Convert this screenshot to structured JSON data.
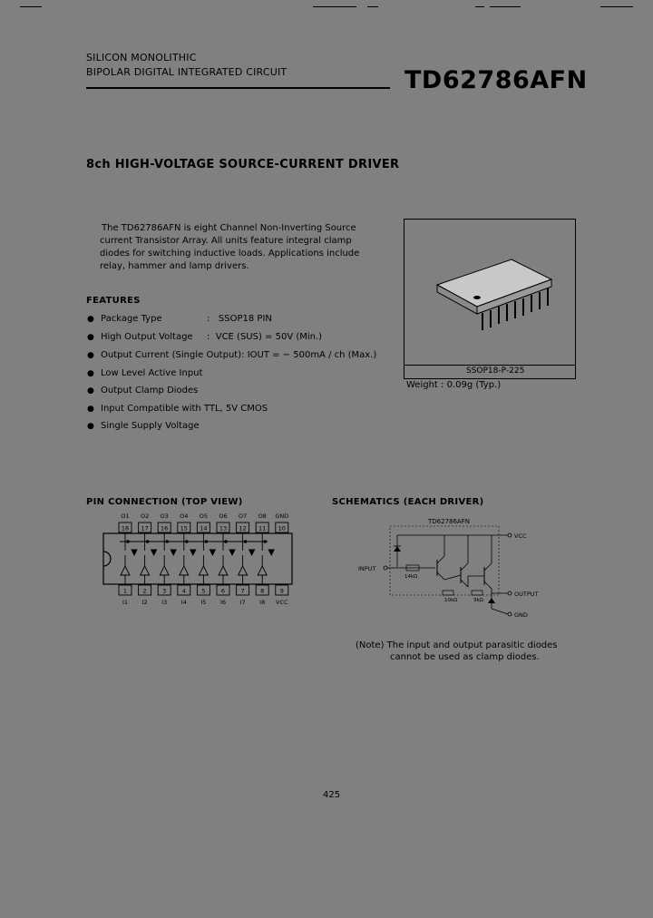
{
  "header": {
    "line1": "SILICON MONOLITHIC",
    "line2": "BIPOLAR DIGITAL INTEGRATED CIRCUIT",
    "part_number": "TD62786AFN"
  },
  "title": "8ch HIGH-VOLTAGE SOURCE-CURRENT DRIVER",
  "description": [
    "The TD62786AFN is eight Channel Non-Inverting Source",
    "current Transistor Array. All units feature integral clamp",
    "diodes for switching inductive loads. Applications include",
    "relay, hammer and lamp drivers."
  ],
  "package": {
    "caption": "SSOP18-P-225",
    "weight": "Weight : 0.09g (Typ.)"
  },
  "features": {
    "heading": "FEATURES",
    "items": [
      {
        "label": "Package Type",
        "sep": ":",
        "value": "SSOP18 PIN"
      },
      {
        "label": "High Output Voltage",
        "sep": ":",
        "value": "VCE (SUS) = 50V (Min.)"
      },
      {
        "label": "Output Current (Single Output)",
        "sep": ":",
        "value": "IOUT = − 500mA / ch (Max.)"
      },
      {
        "label": "Low Level Active Input",
        "sep": "",
        "value": ""
      },
      {
        "label": "Output Clamp Diodes",
        "sep": "",
        "value": ""
      },
      {
        "label": "Input Compatible with TTL, 5V CMOS",
        "sep": "",
        "value": ""
      },
      {
        "label": "Single Supply Voltage",
        "sep": "",
        "value": ""
      }
    ]
  },
  "pin_connection": {
    "heading": "PIN CONNECTION (TOP VIEW)",
    "top_labels": [
      "O1",
      "O2",
      "O3",
      "O4",
      "O5",
      "O6",
      "O7",
      "O8",
      "GND"
    ],
    "top_pins": [
      "18",
      "17",
      "16",
      "15",
      "14",
      "13",
      "12",
      "11",
      "10"
    ],
    "bottom_pins": [
      "1",
      "2",
      "3",
      "4",
      "5",
      "6",
      "7",
      "8",
      "9"
    ],
    "bottom_labels": [
      "I1",
      "I2",
      "I3",
      "I4",
      "I5",
      "I6",
      "I7",
      "I8",
      "VCC"
    ]
  },
  "schematics": {
    "heading": "SCHEMATICS (EACH DRIVER)",
    "part_label": "TD62786AFN",
    "vcc": "VCC",
    "input": "INPUT",
    "output": "OUTPUT",
    "gnd": "GND",
    "r1": "14kΩ",
    "r2": "10kΩ",
    "r3": "3kΩ",
    "note_line1": "(Note) The input and output parasitic diodes",
    "note_line2": "cannot be used as clamp diodes."
  },
  "page_number": "425"
}
